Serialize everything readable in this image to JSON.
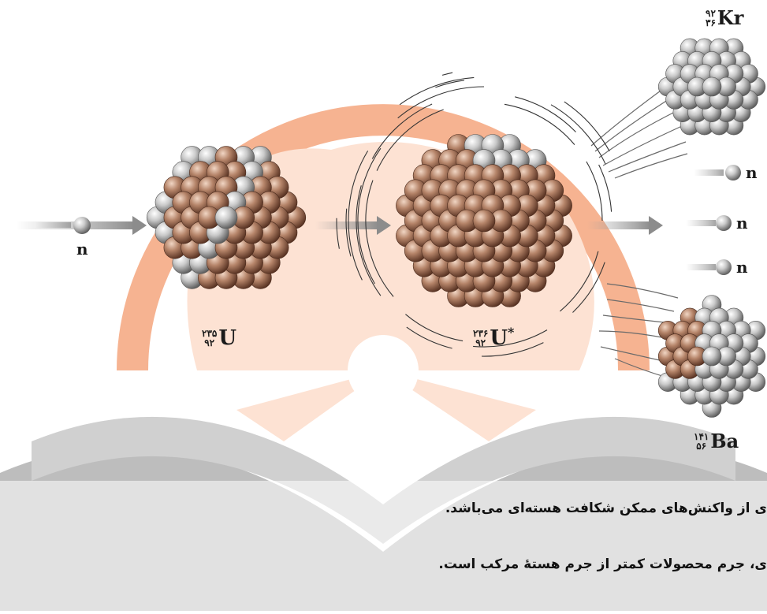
{
  "incoming_neutron": {
    "label": "n"
  },
  "uranium235": {
    "mass": "۲۳۵",
    "atomic": "۹۲",
    "symbol": "U"
  },
  "uranium236": {
    "mass": "۲۳۶",
    "atomic": "۹۲",
    "symbol": "U",
    "mark": "*"
  },
  "krypton": {
    "mass": "۹۲",
    "atomic": "۳۶",
    "symbol": "Kr"
  },
  "barium": {
    "mass": "۱۴۱",
    "atomic": "۵۶",
    "symbol": "Ba"
  },
  "emitted_neutrons": [
    {
      "label": "n"
    },
    {
      "label": "n"
    },
    {
      "label": "n"
    }
  ],
  "captions": [
    "ی از واکنش‌های ممکن شکافت هسته‌ای می‌باشد.",
    "ی، جرم محصولات کمتر از جرم هستهٔ مرکب است."
  ],
  "colors": {
    "proton": "#b07c62",
    "neutron": "#c6c6c6",
    "watermark_orange": "#f6b391",
    "watermark_gray": "#b9b9b9",
    "arrow": "#9a9a9a"
  }
}
